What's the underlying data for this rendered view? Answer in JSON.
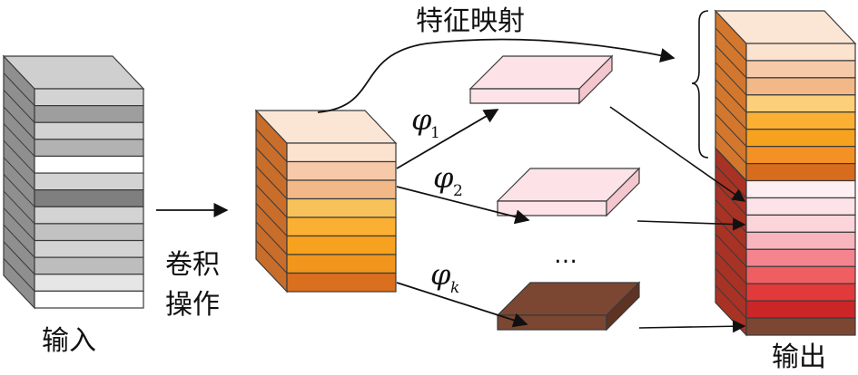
{
  "labels": {
    "feature_map": "特征映射",
    "conv_line1": "卷积",
    "conv_line2": "操作",
    "input": "输入",
    "output": "输出",
    "ellipsis": "…"
  },
  "phi": {
    "symbol": "φ",
    "sub1": "1",
    "sub2": "2",
    "subk": "k"
  },
  "colors": {
    "stroke": "#3a3a3a",
    "input_layers": [
      "#d3d3d3",
      "#9e9e9e",
      "#d3d3d3",
      "#b2b2b2",
      "#ffffff",
      "#d3d3d3",
      "#7f7f7f",
      "#d3d3d3",
      "#c2c2c2",
      "#d3d3d3",
      "#bdbdbd",
      "#e6e6e6",
      "#ffffff"
    ],
    "input_top": "#cfcfcf",
    "input_side": "#8f8f8f",
    "conv_layers": [
      "#fbe3d0",
      "#f6c9a9",
      "#f2b888",
      "#f8c25a",
      "#fbb034",
      "#f7a21e",
      "#f1951d",
      "#d96f1f"
    ],
    "conv_top": "#fbe6d6",
    "conv_side": "#c96d2b",
    "pink_box": "#fde3e7",
    "brown_box": "#7b4732",
    "output_layers": [
      "#fbe3d0",
      "#f6c9a9",
      "#f2b888",
      "#fccf7a",
      "#fbb034",
      "#f7a21e",
      "#f39124",
      "#d86c1e",
      "#fdeff2",
      "#fde3e7",
      "#fcd5db",
      "#f8b5bd",
      "#f4858f",
      "#ef5f62",
      "#e2393a",
      "#cc2528",
      "#7b4732"
    ],
    "output_top": "#fbe6d6",
    "output_side_top": "#d2772d",
    "output_side_bottom": "#a83224"
  }
}
